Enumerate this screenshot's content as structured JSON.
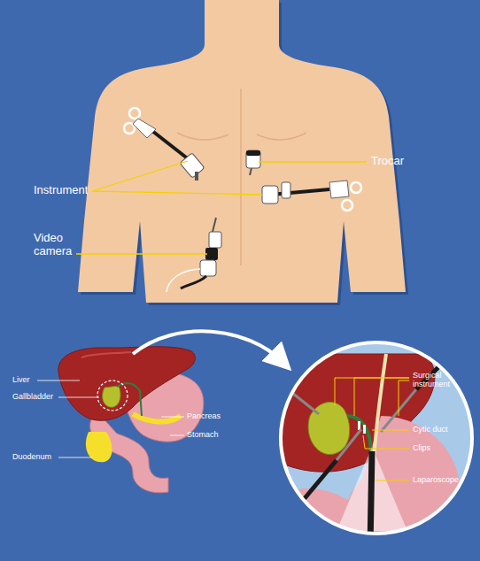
{
  "diagram": {
    "labels": [
      "Instrument",
      "Trocar",
      "Video camera",
      "Liver",
      "Gallbladder",
      "Pancreas",
      "Stomach",
      "Duodenum",
      "Surgical instrument",
      "Cytic duct",
      "Clips",
      "Laparoscope"
    ]
  }
}
